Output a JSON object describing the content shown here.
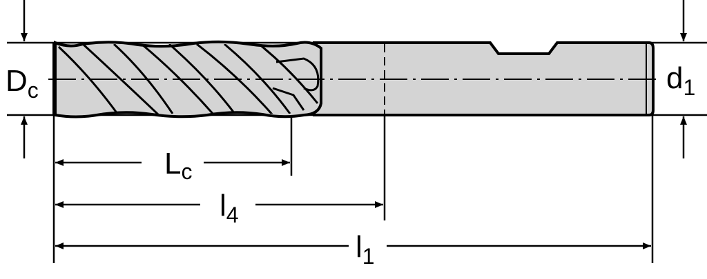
{
  "colors": {
    "body_fill": "#d4d4d4",
    "line": "#000000",
    "background": "#ffffff"
  },
  "labels": {
    "cutting_diameter": {
      "main": "D",
      "sub": "c"
    },
    "shank_diameter": {
      "main": "d",
      "sub": "1"
    },
    "cutting_length": {
      "main": "L",
      "sub": "c"
    },
    "usable_length": {
      "main": "l",
      "sub": "4"
    },
    "overall_length": {
      "main": "l",
      "sub": "1"
    }
  }
}
